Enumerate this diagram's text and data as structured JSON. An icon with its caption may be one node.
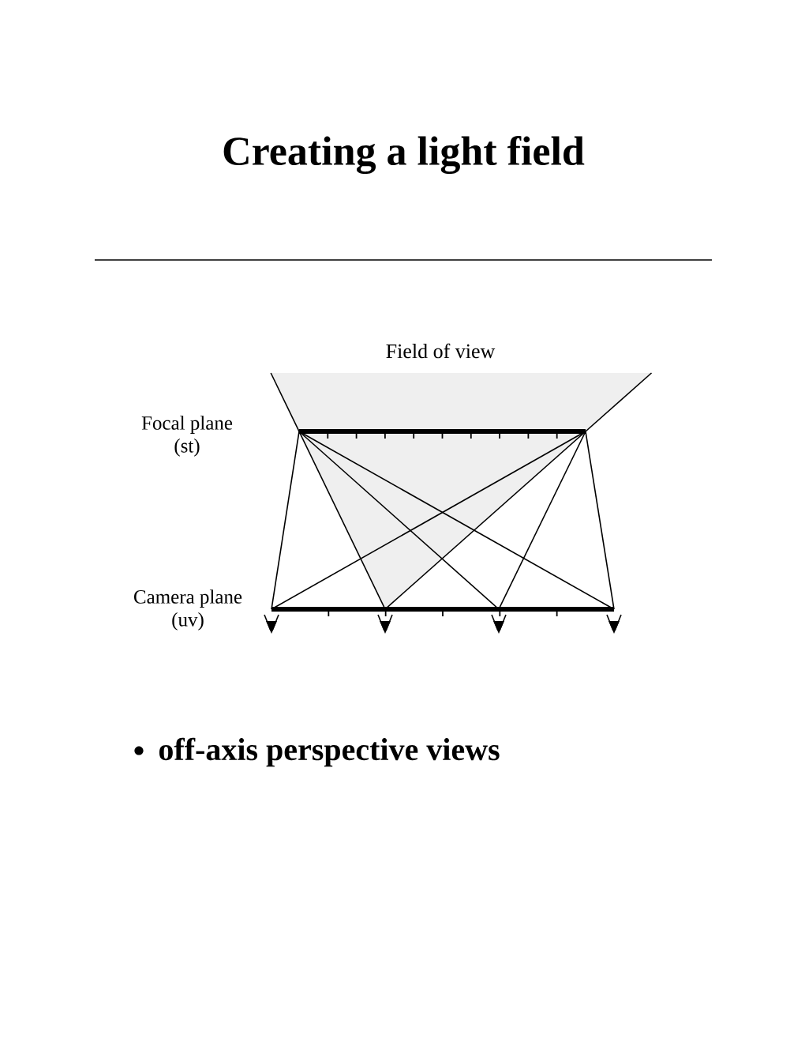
{
  "diagram": {
    "title": "Creating a light field",
    "labels": [
      "Field of view",
      "Focal plane (st)",
      "Camera plane (uv)",
      "off-axis perspective views"
    ]
  }
}
